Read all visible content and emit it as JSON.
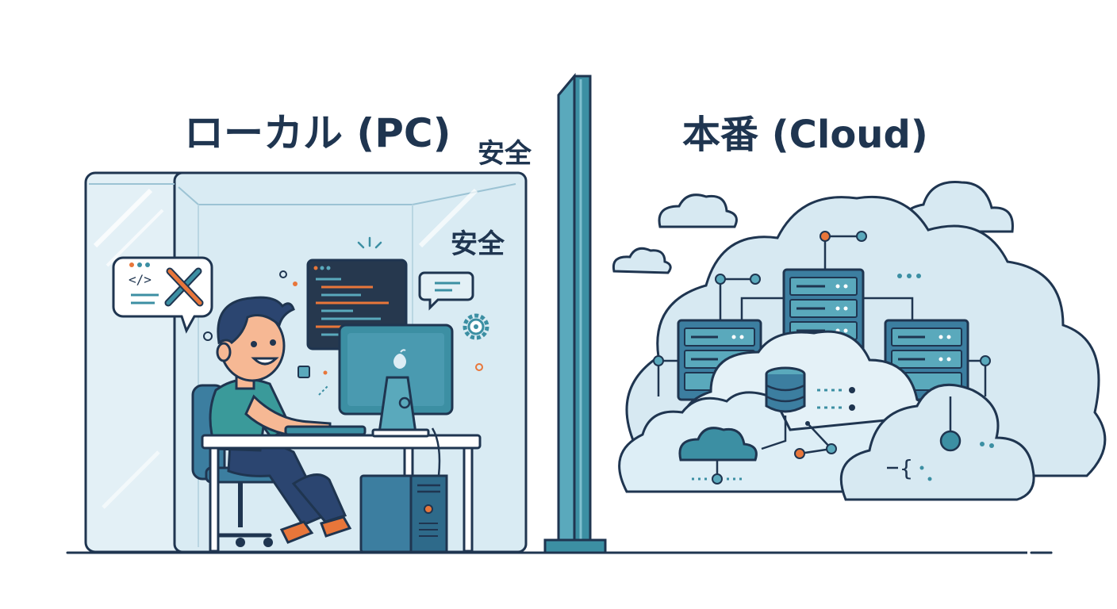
{
  "labels": {
    "local_title": "ローカル (PC)",
    "production_title": "本番 (Cloud)",
    "safe_outer": "安全",
    "safe_inner": "安全"
  },
  "icons": {
    "code_bubble": "</>",
    "braces": "{"
  },
  "colors": {
    "outline": "#1f3550",
    "glass": "#dcedf5",
    "teal": "#3c8fa3",
    "teal_light": "#5aa9bc",
    "cloud_fill": "#d7e9f2",
    "orange": "#e8763a",
    "screen_dark": "#26384e",
    "skin": "#f6b894",
    "shirt": "#3a9a9a",
    "pants": "#2b4570"
  }
}
